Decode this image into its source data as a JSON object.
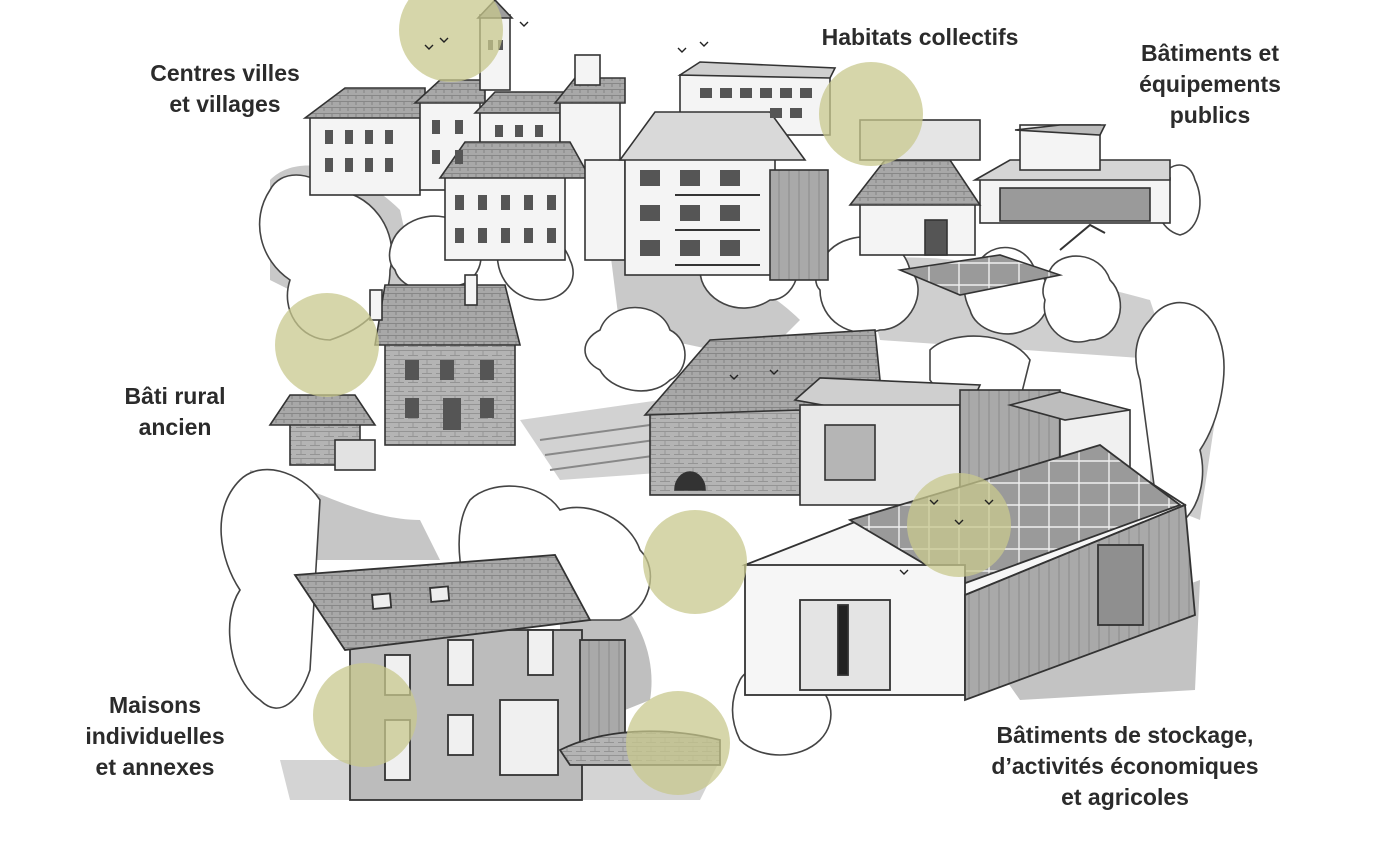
{
  "labels": {
    "centres": [
      "Centres villes",
      "et villages"
    ],
    "habitats": [
      "Habitats collectifs"
    ],
    "batiments": [
      "Bâtiments et",
      "équipements",
      "publics"
    ],
    "rural": [
      "Bâti rural",
      "ancien"
    ],
    "maisons": [
      "Maisons",
      "individuelles",
      "et annexes"
    ],
    "stockage": [
      "Bâtiments de stockage,",
      "d’activités économiques",
      "et agricoles"
    ]
  },
  "colors": {
    "highlight": "#c8c88e",
    "shadow": "#bdbdbd",
    "roof": "#9d9d9d",
    "wall": "#f4f4f4",
    "ink": "#333333"
  }
}
